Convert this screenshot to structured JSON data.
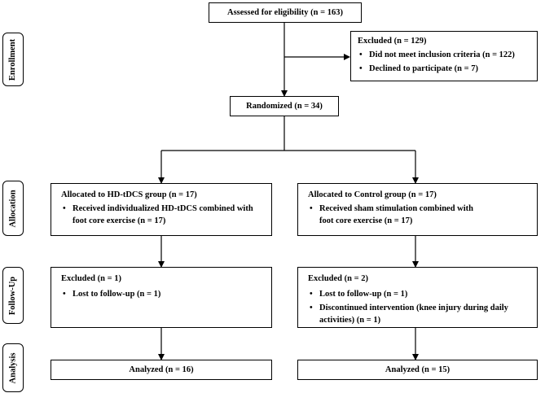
{
  "stages": {
    "enrollment": "Enrollment",
    "allocation": "Allocation",
    "follow_up": "Follow-Up",
    "analysis": "Analysis"
  },
  "assessed": "Assessed for eligibility (n = 163)",
  "excluded": {
    "title": "Excluded (n = 129)",
    "items": [
      "Did not meet inclusion criteria (n = 122)",
      "Declined to participate (n = 7)"
    ]
  },
  "randomized": "Randomized (n = 34)",
  "hd_group": {
    "allocation_title": "Allocated to HD-tDCS group (n = 17)",
    "allocation_item": "Received individualized HD-tDCS combined with foot core exercise (n = 17)",
    "followup_title": "Excluded (n = 1)",
    "followup_items": [
      "Lost to follow-up (n = 1)"
    ],
    "analyzed": "Analyzed (n = 16)"
  },
  "control_group": {
    "allocation_title": "Allocated to Control group (n = 17)",
    "allocation_item": "Received sham stimulation combined with foot core exercise (n = 17)",
    "followup_title": "Excluded (n = 2)",
    "followup_items": [
      "Lost to follow-up (n = 1)",
      "Discontinued intervention (knee injury during daily activities) (n = 1)"
    ],
    "analyzed": "Analyzed (n = 15)"
  }
}
